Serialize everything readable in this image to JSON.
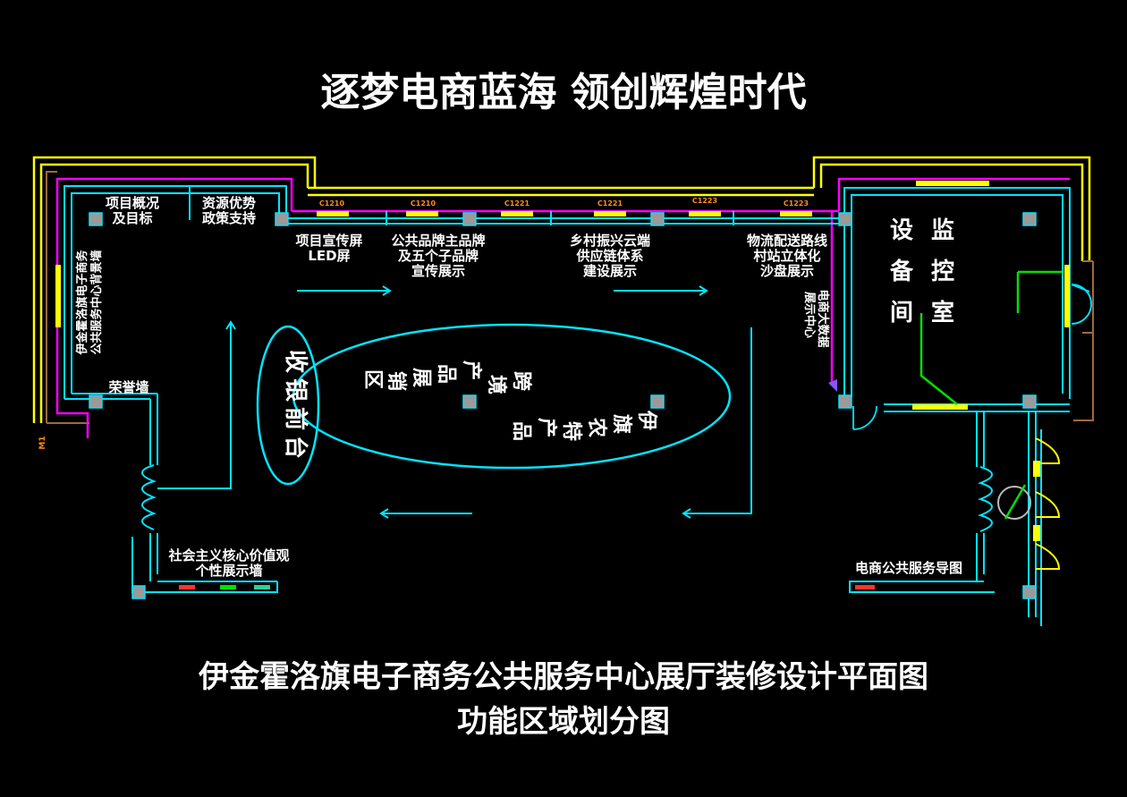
{
  "title_top": "逐梦电商蓝海  领创辉煌时代",
  "title_bottom_line1": "伊金霍洛旗电子商务公共服务中心展厅装修设计平面图",
  "title_bottom_line2": "功能区域划分图",
  "zones": {
    "project_overview": [
      "项目概况",
      "及目标"
    ],
    "resource_advantage": [
      "资源优势",
      "政策支持"
    ],
    "promo_led": [
      "项目宣传屏",
      "LED屏"
    ],
    "public_brand": [
      "公共品牌主品牌",
      "及五个子品牌",
      "宣传展示"
    ],
    "rural_revival": [
      "乡村振兴云端",
      "供应链体系",
      "建设展示"
    ],
    "logistics": [
      "物流配送路线",
      "村站立体化",
      "沙盘展示"
    ],
    "big_data": [
      "电商大数据",
      "展示中心"
    ],
    "monitor_room_1": [
      "监",
      "控",
      "室"
    ],
    "monitor_room_2": [
      "设",
      "备",
      "间"
    ],
    "cashier": [
      "收",
      "银",
      "前",
      "台"
    ],
    "cross_border": [
      "跨",
      "境",
      "产",
      "品",
      "展",
      "销",
      "区"
    ],
    "yiqi_products": [
      "伊",
      "旗",
      "农",
      "特",
      "产",
      "品"
    ],
    "left_wall": [
      "伊金霍洛旗电子商务",
      "公共服务中心背景墙"
    ],
    "honor_wall": "荣誉墙",
    "socialism_wall": [
      "社会主义核心价值观",
      "个性展示墙"
    ],
    "service_guide": "电商公共服务导图"
  },
  "window_tags": [
    "C1210",
    "C1210",
    "C1221",
    "C1221",
    "C1223",
    "C1223"
  ],
  "side_tag": "M1"
}
